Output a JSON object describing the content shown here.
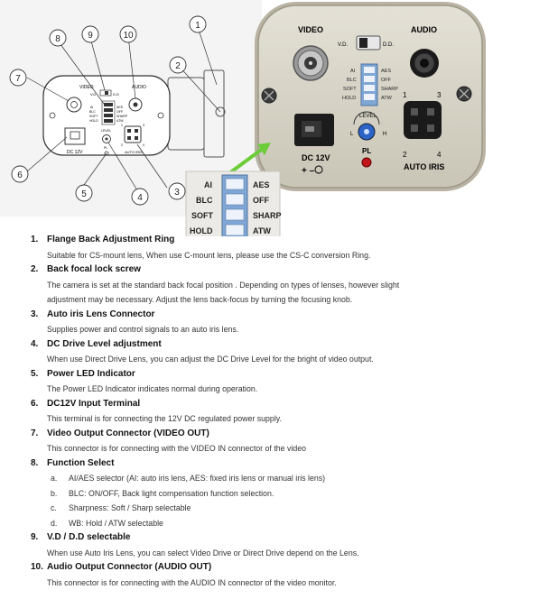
{
  "diagram": {
    "small": {
      "video": "VIDEO",
      "audio": "AUDIO",
      "vd": "V.D",
      "dd": "D.D",
      "switch_labels": [
        "AI",
        "BLC",
        "SOFT",
        "HOLD"
      ],
      "switch_labels_right": [
        "AES",
        "OFF",
        "SHARP",
        "ATW"
      ],
      "level": "LEVEL",
      "pl": "PL",
      "dc": "DC 12V",
      "auto_iris": "AUTO IRIS",
      "pin1": "1",
      "pin2": "2",
      "pin3": "3",
      "pin4": "4"
    },
    "callouts": [
      "1",
      "2",
      "3",
      "4",
      "5",
      "6",
      "7",
      "8",
      "9",
      "10"
    ],
    "large": {
      "video": "VIDEO",
      "audio": "AUDIO",
      "vd": "V.D.",
      "dd": "D.D.",
      "switch_left": [
        "AI",
        "BLC",
        "SOFT",
        "HOLD"
      ],
      "switch_right": [
        "AES",
        "OFF",
        "SHARP",
        "ATW"
      ],
      "level": "LEVEL",
      "l": "L",
      "h": "H",
      "pl": "PL",
      "dc": "DC 12V",
      "polarity": "+ –",
      "auto_iris": "AUTO IRIS",
      "pin1": "1",
      "pin2": "2",
      "pin3": "3",
      "pin4": "4"
    },
    "zoom": {
      "left": [
        "AI",
        "BLC",
        "SOFT",
        "HOLD"
      ],
      "right": [
        "AES",
        "OFF",
        "SHARP",
        "ATW"
      ]
    }
  },
  "items": [
    {
      "num": "1.",
      "title": "Flange Back Adjustment Ring",
      "desc": [
        "Suitable for CS-mount lens, When use C-mount lens, please use the CS-C conversion Ring."
      ]
    },
    {
      "num": "2.",
      "title": "Back focal lock screw",
      "desc": [
        "The camera is set at the standard back focal position . Depending on types of lenses, however slight",
        "adjustment may be necessary. Adjust the lens back-focus by turning the focusing knob."
      ]
    },
    {
      "num": "3.",
      "title": "Auto iris Lens Connector",
      "desc": [
        "Supplies power and control signals to an auto iris lens."
      ]
    },
    {
      "num": "4.",
      "title": "DC Drive Level adjustment",
      "desc": [
        "When use Direct Drive Lens, you can adjust the DC Drive Level for the bright of video output."
      ]
    },
    {
      "num": "5.",
      "title": "Power LED Indicator",
      "desc": [
        "The Power LED Indicator indicates normal during operation."
      ]
    },
    {
      "num": "6.",
      "title": "DC12V Input Terminal",
      "desc": [
        "This terminal is for connecting the 12V DC regulated power supply."
      ]
    },
    {
      "num": "7.",
      "title": "Video Output Connector (VIDEO OUT)",
      "desc": [
        "This connector is for connecting with the VIDEO IN connector of the video"
      ]
    },
    {
      "num": "8.",
      "title": "Function Select",
      "subs": [
        {
          "letter": "a.",
          "text": "AI/AES selector    (AI: auto iris lens, AES: fixed iris lens or manual iris lens)"
        },
        {
          "letter": "b.",
          "text": "BLC: ON/OFF, Back light compensation function selection."
        },
        {
          "letter": "c.",
          "text": "Sharpness: Soft / Sharp selectable"
        },
        {
          "letter": "d.",
          "text": "WB: Hold / ATW selectable"
        }
      ]
    },
    {
      "num": "9.",
      "title": "V.D / D.D selectable",
      "desc": [
        "When use Auto Iris Lens, you can select Video Drive or Direct Drive depend on the Lens."
      ]
    },
    {
      "num": "10.",
      "title": "Audio Output Connector (AUDIO OUT)",
      "desc": [
        "This connector is for connecting with the AUDIO IN connector of the video monitor."
      ]
    }
  ],
  "colors": {
    "panel": "#d6d2c4",
    "panel_edge": "#a8a392",
    "zoom_bg": "#eceae6",
    "switch_blue": "#7fa6d4",
    "arrow": "#6dcc3a",
    "led": "#c0151a",
    "knob": "#2c63c7"
  }
}
